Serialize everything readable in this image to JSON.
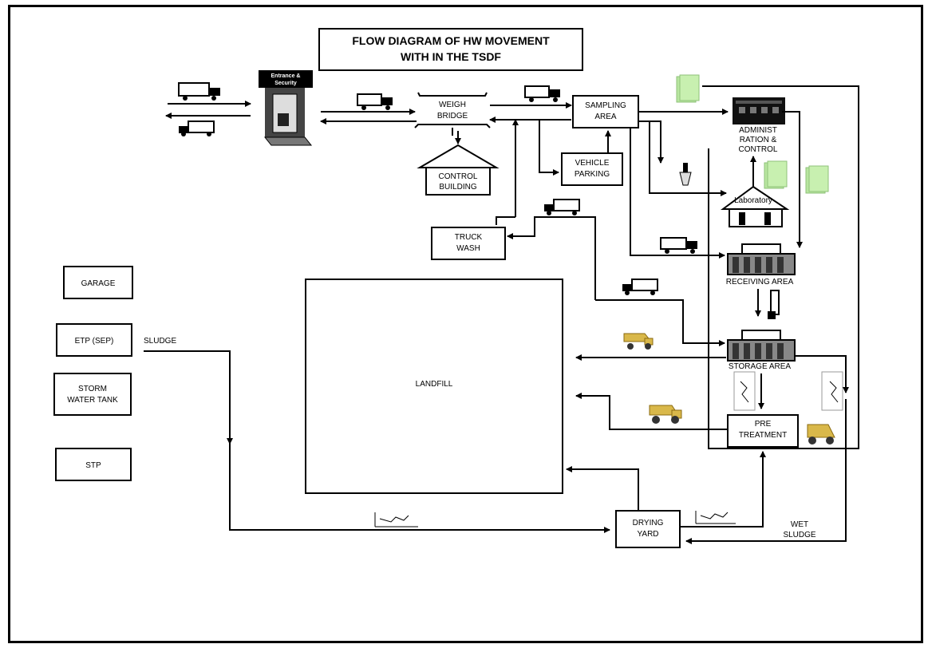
{
  "title": {
    "line1": "FLOW DIAGRAM OF HW MOVEMENT",
    "line2": "WITH IN THE TSDF"
  },
  "gate": {
    "label1": "Entrance &",
    "label2": "Security"
  },
  "weigh_bridge": {
    "line1": "WEIGH",
    "line2": "BRIDGE"
  },
  "control_building": {
    "line1": "CONTROL",
    "line2": "BUILDING"
  },
  "sampling_area": {
    "line1": "SAMPLING",
    "line2": "AREA"
  },
  "vehicle_parking": {
    "line1": "VEHICLE",
    "line2": "PARKING"
  },
  "truck_wash": {
    "line1": "TRUCK",
    "line2": "WASH"
  },
  "administration": {
    "line1": "ADMINIST",
    "line2": "RATION &",
    "line3": "CONTROL"
  },
  "laboratory": {
    "label": "Laboratory"
  },
  "receiving_area": {
    "label": "RECEIVING AREA"
  },
  "storage_area": {
    "label": "STORAGE AREA"
  },
  "pre_treatment": {
    "line1": "PRE",
    "line2": "TREATMENT"
  },
  "landfill": {
    "label": "LANDFILL"
  },
  "garage": {
    "label": "GARAGE"
  },
  "etp": {
    "label": "ETP (SEP)"
  },
  "sludge": {
    "label": "SLUDGE"
  },
  "storm_water_tank": {
    "line1": "STORM",
    "line2": "WATER TANK"
  },
  "stp": {
    "label": "STP"
  },
  "drying_yard": {
    "line1": "DRYING",
    "line2": "YARD"
  },
  "wet_sludge": {
    "line1": "WET",
    "line2": "SLUDGE"
  },
  "colors": {
    "document_icon": "#b8e6a0",
    "dump_truck": "#d9b84a",
    "structure": "#000000"
  }
}
